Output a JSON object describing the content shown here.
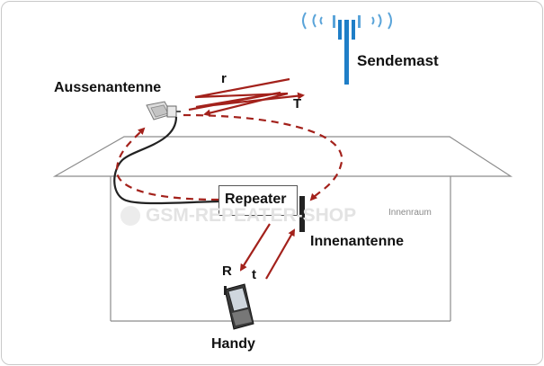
{
  "labels": {
    "sendemast": "Sendemast",
    "aussenantenne": "Aussenantenne",
    "r_small": "r",
    "T": "T",
    "repeater": "Repeater",
    "innenraum": "Innenraum",
    "innenantenne": "Innenantenne",
    "R": "R",
    "t_small": "t",
    "handy": "Handy"
  },
  "watermark": "GSM-REPEATER-SHOP",
  "colors": {
    "signal": "#a3211b",
    "mast": "#1f7ec7",
    "cable": "#222222",
    "building": "#8c8c8c"
  },
  "icons": {
    "mast": "cell-tower-icon",
    "outdoor_antenna": "directional-antenna-icon",
    "phone": "mobile-phone-icon",
    "watermark": "watermark-logo-icon"
  }
}
